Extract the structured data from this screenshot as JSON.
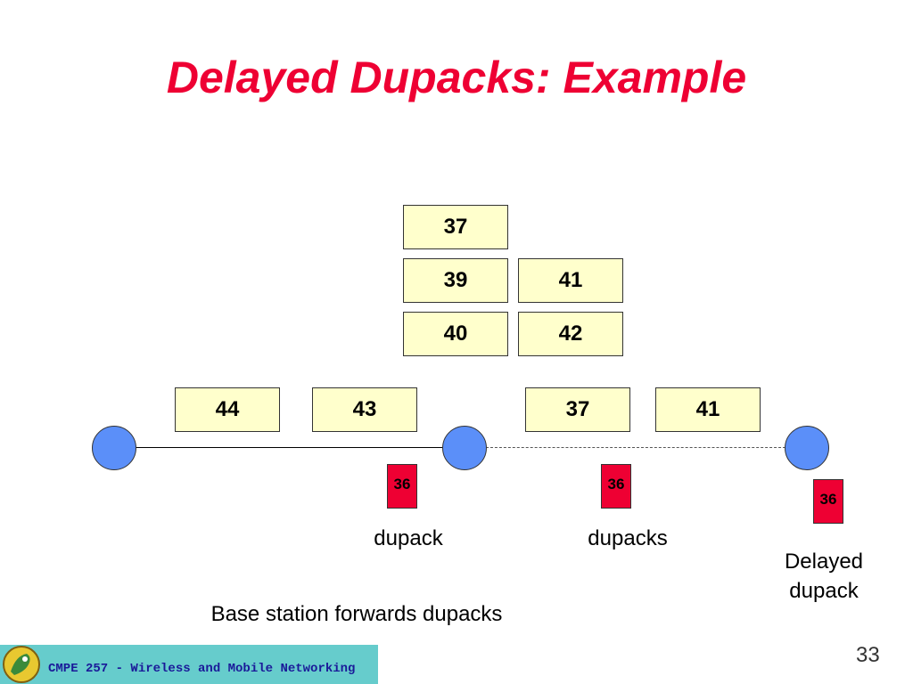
{
  "title": "Delayed Dupacks: Example",
  "queue": {
    "col1": [
      "37",
      "39",
      "40"
    ],
    "col2": [
      "41",
      "42"
    ]
  },
  "link_packets": [
    "44",
    "43",
    "37",
    "41"
  ],
  "dupacks": [
    "36",
    "36",
    "36"
  ],
  "labels": {
    "dupack": "dupack",
    "dupacks": "dupacks",
    "delayed_line1": "Delayed",
    "delayed_line2": "dupack",
    "base_station": "Base station forwards dupacks"
  },
  "footer": {
    "course": "CMPE 257 - Wireless and Mobile Networking",
    "page_number": "33"
  },
  "colors": {
    "title": "#ee0033",
    "packet": "#ffffcc",
    "ack": "#ee0033",
    "node": "#5b8ff9",
    "footer": "#66cccc"
  }
}
